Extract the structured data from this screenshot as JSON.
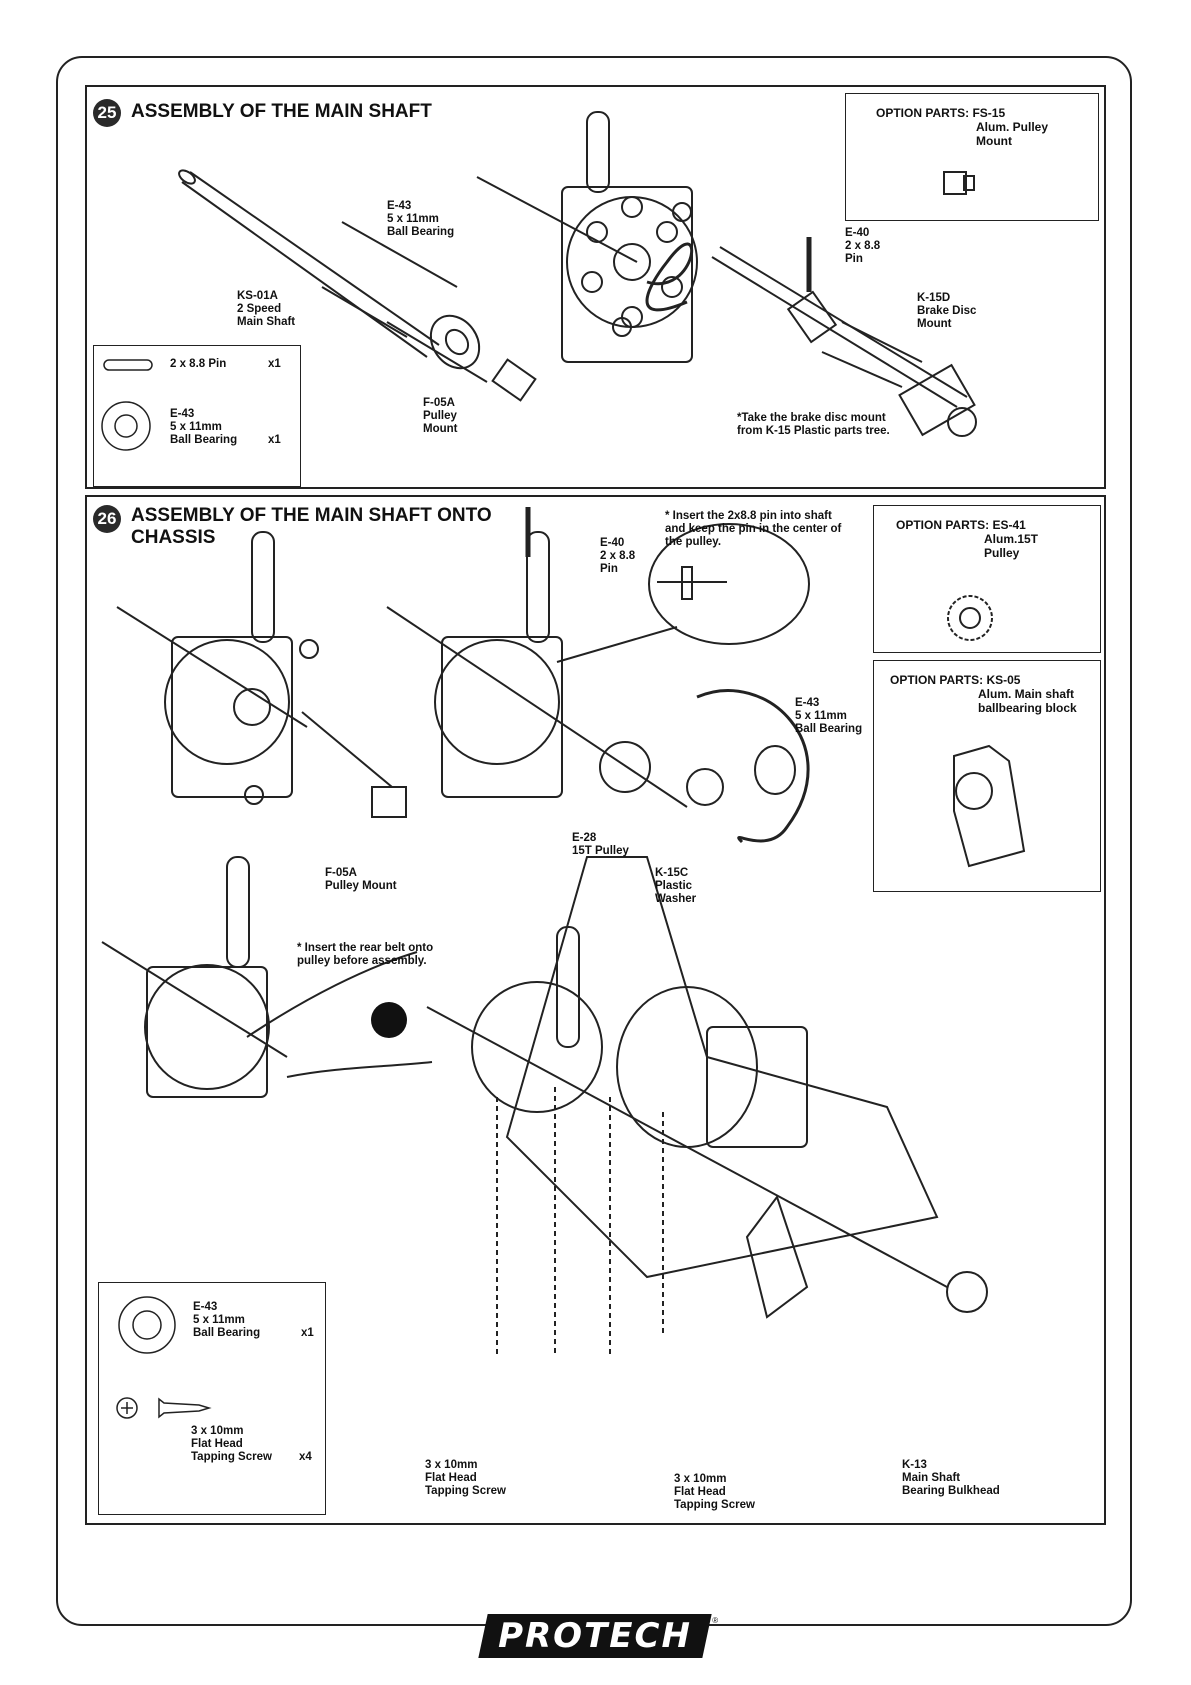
{
  "step25": {
    "number": "25",
    "title": "ASSEMBLY OF THE MAIN SHAFT",
    "option": {
      "header": "OPTION PARTS: FS-15",
      "detail": "Alum. Pulley\nMount"
    },
    "labels": {
      "e43": "E-43\n5 x 11mm\nBall Bearing",
      "ks01a": "KS-01A\n2 Speed\nMain Shaft",
      "f05a": "F-05A\nPulley\nMount",
      "e40": "E-40\n2 x 8.8\nPin",
      "k15d": "K-15D\nBrake Disc\nMount"
    },
    "note": "*Take the brake disc mount\nfrom K-15 Plastic parts tree.",
    "parts": [
      {
        "name": "2 x 8.8 Pin",
        "qty": "x1"
      },
      {
        "name": "E-43\n5 x 11mm\nBall Bearing",
        "qty": "x1"
      }
    ]
  },
  "step26": {
    "number": "26",
    "title": "ASSEMBLY OF THE MAIN SHAFT ONTO\nCHASSIS",
    "option1": {
      "header": "OPTION PARTS: ES-41",
      "detail": "Alum.15T\nPulley"
    },
    "option2": {
      "header": "OPTION PARTS: KS-05",
      "detail": "Alum. Main shaft\nballbearing block"
    },
    "note_pin": "* Insert the 2x8.8 pin into shaft\nand keep the pin in the center of\nthe pulley.",
    "note_belt": "* Insert the rear belt onto\npulley before assembly.",
    "labels": {
      "e40": "E-40\n2 x 8.8\nPin",
      "e43": "E-43\n5 x 11mm\nBall  Bearing",
      "f05a": "F-05A\nPulley Mount",
      "e28": "E-28\n15T Pulley",
      "k15c": "K-15C\nPlastic\nWasher",
      "screw_left": "3 x 10mm\nFlat Head\nTapping Screw",
      "screw_mid": "3 x 10mm\nFlat Head\nTapping Screw",
      "k13": "K-13\nMain Shaft\nBearing Bulkhead"
    },
    "parts": [
      {
        "name": "E-43\n5 x 11mm\nBall Bearing",
        "qty": "x1"
      },
      {
        "name": "3 x 10mm\nFlat Head\nTapping Screw",
        "qty": "x4"
      }
    ]
  },
  "footer": {
    "brand": "PROTECH",
    "mark": "®"
  }
}
